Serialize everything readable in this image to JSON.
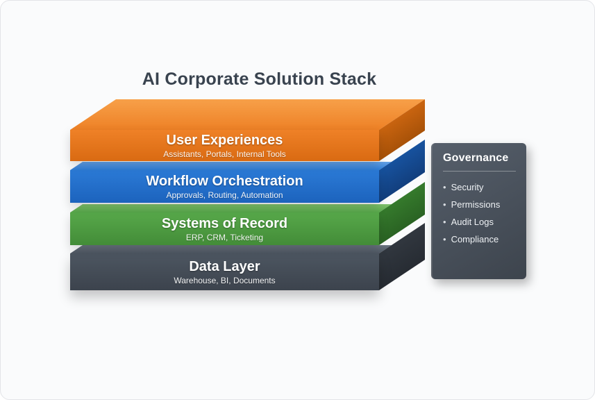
{
  "page": {
    "background": "#fafbfc"
  },
  "title": "AI Corporate Solution Stack",
  "stack": {
    "layers": [
      {
        "id": "user-experiences",
        "title": "User Experiences",
        "subtitle": "Assistants, Portals, Internal Tools",
        "front_color": "#e87722",
        "top_color": "#f59b3e",
        "side_color": "#b85c0e"
      },
      {
        "id": "workflow-orchestration",
        "title": "Workflow Orchestration",
        "subtitle": "Approvals, Routing, Automation",
        "front_color": "#2373cf",
        "top_color": "#5d9ce3",
        "side_color": "#17529e"
      },
      {
        "id": "systems-of-record",
        "title": "Systems of Record",
        "subtitle": "ERP, CRM, Ticketing",
        "front_color": "#4f9e44",
        "top_color": "#7fc16c",
        "side_color": "#357a2c"
      },
      {
        "id": "data-layer",
        "title": "Data Layer",
        "subtitle": "Warehouse, BI, Documents",
        "front_color": "#464f59",
        "top_color": "#646e7b",
        "side_color": "#31373f"
      }
    ]
  },
  "governance": {
    "title": "Governance",
    "bullet_glyph": "•",
    "items": [
      "Security",
      "Permissions",
      "Audit Logs",
      "Compliance"
    ],
    "panel_color": "#4a525c"
  }
}
